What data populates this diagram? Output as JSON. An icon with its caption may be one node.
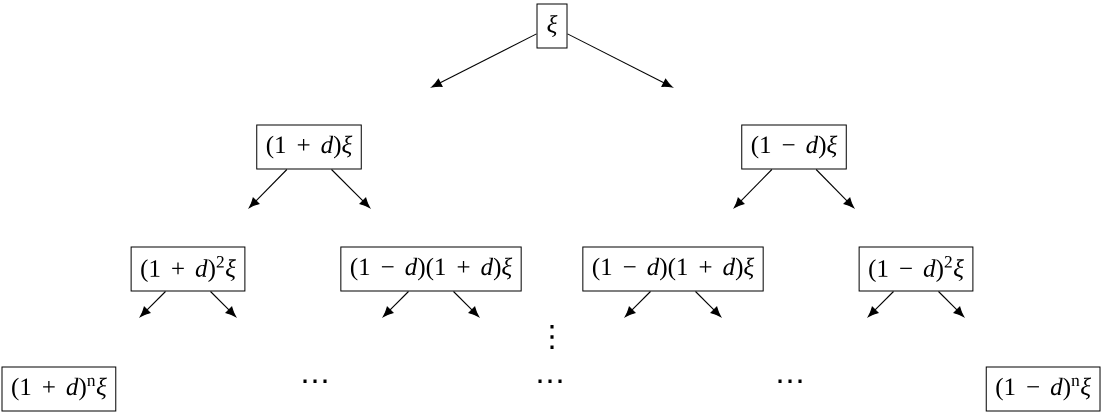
{
  "diagram": {
    "nodes": [
      {
        "text": [
          "ξ"
        ]
      },
      {
        "text": [
          "(1 + *d*)*ξ*"
        ]
      },
      {
        "text": [
          "(1 − *d*)*ξ*"
        ]
      },
      {
        "text": [
          "(1 + *d*)$^{2}$*ξ*"
        ]
      },
      {
        "text": [
          "(1 − *d*)(1 + *d*)*ξ*"
        ]
      },
      {
        "text": [
          "(1 − *d*)(1 + *d*)*ξ*"
        ]
      },
      {
        "text": [
          "(1 − *d*)$^{2}$*ξ*"
        ]
      },
      {
        "text": [
          "(1 + *d*)$^{n}$*ξ*"
        ]
      },
      {
        "text": [
          "(1 − *d*)$^{n}$*ξ*"
        ]
      }
    ],
    "edges": [
      {
        "from": 0,
        "to": null,
        "arrow": "to"
      },
      {
        "from": 0,
        "to": null,
        "arrow": "to"
      },
      {
        "from": 1,
        "to": null,
        "arrow": "to"
      },
      {
        "from": 1,
        "to": null,
        "arrow": "to"
      },
      {
        "from": 2,
        "to": null,
        "arrow": "to"
      },
      {
        "from": 2,
        "to": null,
        "arrow": "to"
      },
      {
        "from": 3,
        "to": null,
        "arrow": "to"
      },
      {
        "from": 3,
        "to": null,
        "arrow": "to"
      },
      {
        "from": 4,
        "to": null,
        "arrow": "to"
      },
      {
        "from": 4,
        "to": null,
        "arrow": "to"
      },
      {
        "from": 5,
        "to": null,
        "arrow": "to"
      },
      {
        "from": 5,
        "to": null,
        "arrow": "to"
      },
      {
        "from": 6,
        "to": null,
        "arrow": "to"
      },
      {
        "from": 6,
        "to": null,
        "arrow": "to"
      }
    ],
    "labels": [
      "⋮",
      "⋯",
      "⋯",
      "⋯"
    ]
  }
}
